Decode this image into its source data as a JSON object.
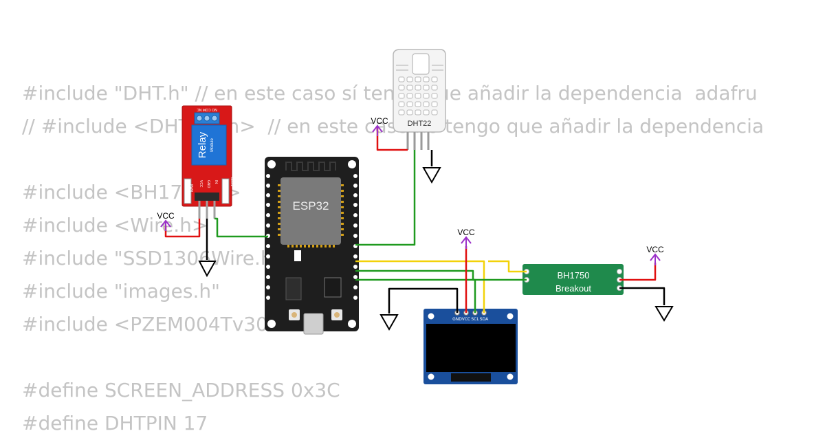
{
  "code_lines": [
    "#include \"DHT.h\" // en este caso sí tengo que añadir la dependencia  adafru",
    "// #include <DHTesp.h>  // en este caso no tengo que añadir la dependencia",
    "",
    "#include <BH1750.h>",
    "#include <Wire.h>",
    "#include \"SSD1306Wire.h\"",
    "#include \"images.h\"",
    "#include <PZEM004Tv30.h>",
    "",
    "#define SCREEN_ADDRESS 0x3C",
    "#define DHTPIN 17"
  ],
  "components": {
    "esp32": {
      "label": "ESP32"
    },
    "dht22": {
      "label": "DHT22"
    },
    "relay": {
      "brand": "Relay",
      "subtitle": "Module",
      "top_pins": "NO COM NC",
      "pins": [
        "PWR",
        "VCC",
        "GND",
        "IN",
        "LED1"
      ]
    },
    "bh1750": {
      "line1": "BH1750",
      "line2": "Breakout"
    },
    "oled": {
      "pins": [
        "GND",
        "VCC",
        "SCL",
        "SDA"
      ]
    }
  },
  "power_labels": [
    "VCC",
    "VCC",
    "VCC",
    "VCC"
  ],
  "colors": {
    "wire_green": "#1f9a1f",
    "wire_red": "#e01010",
    "wire_yellow": "#f2d20a",
    "wire_black": "#000000",
    "vcc_symbol": "#9b30c8",
    "esp32_board": "#1e1e1e",
    "relay_board": "#d81818",
    "bh1750_board": "#1f8a4c",
    "oled_board": "#1a4f9c"
  }
}
